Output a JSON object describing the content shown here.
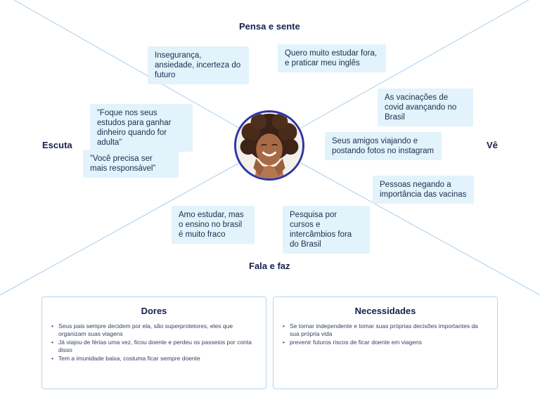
{
  "quadrants": {
    "thinks_feels": "Pensa e sente",
    "hears": "Escuta",
    "sees": "Vê",
    "says_does": "Fala e faz"
  },
  "notes": {
    "insecurity": "Insegurança, ansiedade, incerteza do futuro",
    "study_abroad": "Quero muito estudar fora, e praticar meu inglês",
    "focus_studies": "”Foque nos seus estudos para ganhar dinheiro quando for adulta”",
    "responsible": "”Você precisa ser mais responsável”",
    "vaccination": "As vacinações de covid avançando no Brasil",
    "friends_travel": "Seus amigos viajando e postando fotos no instagram",
    "denial": "Pessoas negando a importância das vacinas",
    "love_study": "Amo estudar, mas o ensino no brasil é muito fraco",
    "research": "Pesquisa por cursos e intercâmbios fora do Brasil"
  },
  "avatar": {
    "icon": "person-photo-icon"
  },
  "pains": {
    "title": "Dores",
    "items": [
      "Seus pais sempre decidem por ela, são superprotetores, eles que organizam suas viagens",
      "Já viajou de férias uma vez, ficou doente e perdeu os passeios por conta disso",
      "Tem a imunidade baixa, costuma ficar sempre doente"
    ]
  },
  "needs": {
    "title": "Necessidades",
    "items": [
      "Se tornar independente e tomar suas próprias decisões importantes da sua própria vida",
      "prevenir futuros riscos de ficar doente em viagens"
    ]
  },
  "colors": {
    "note_bg": "#e3f3fb",
    "line": "#a9cdea",
    "avatar_border": "#2b36a8",
    "title": "#16204a"
  }
}
